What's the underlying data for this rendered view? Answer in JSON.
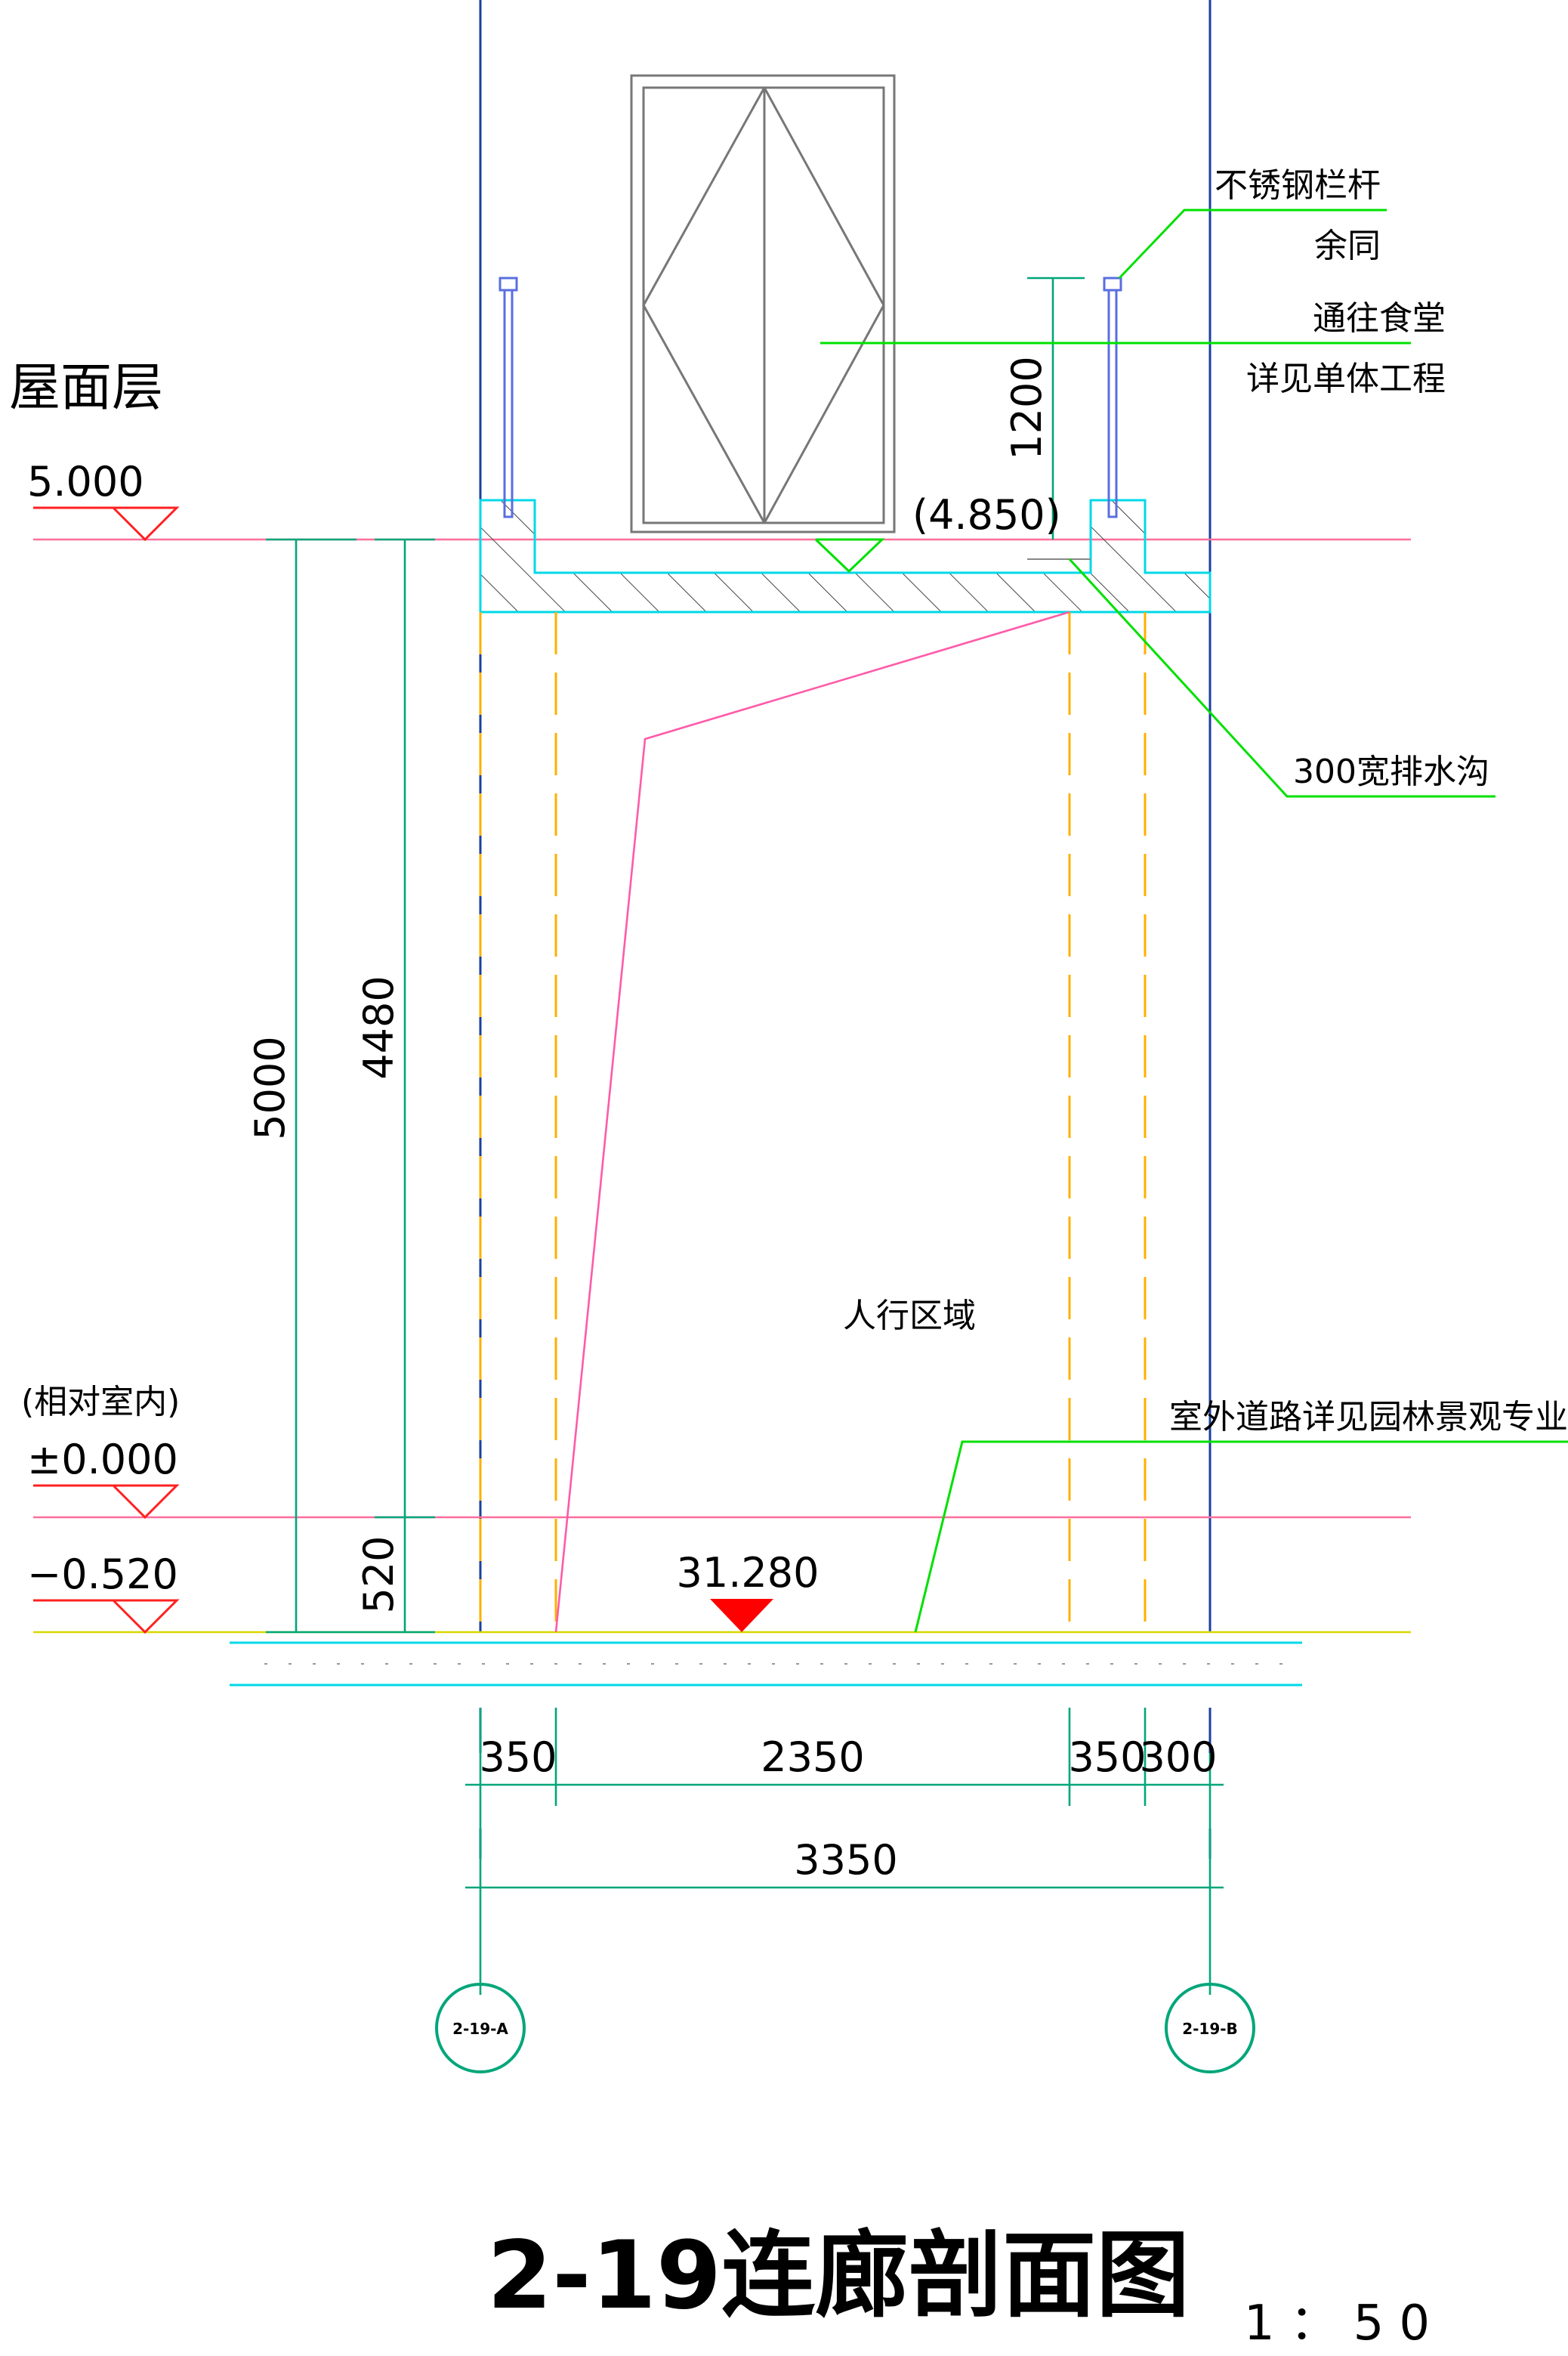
{
  "drawing": {
    "title": "2-19连廊剖面图",
    "scale": "1：50",
    "roof_label": "屋面层",
    "levels": {
      "roof": "5.000",
      "relative_note": "(相对室内)",
      "floor": "±0.000",
      "ground": "−0.520",
      "gutter": "(4.850)",
      "site": "31.280"
    },
    "annotations": {
      "railing": "不锈钢栏杆",
      "railing_sub": "余同",
      "door": "通往食堂",
      "door_sub": "详见单体工程",
      "gutter": "300宽排水沟",
      "zone": "人行区域",
      "road": "室外道路详见园林景观专业"
    },
    "dims": {
      "d5000": "5000",
      "d4480": "4480",
      "d520": "520",
      "d1200": "1200",
      "d350a": "350",
      "d2350": "2350",
      "d350b": "350",
      "d300": "300",
      "d3350": "3350"
    },
    "axes": {
      "a": "2-19-A",
      "b": "2-19-B"
    },
    "colors": {
      "axis": "#1a3f9e",
      "dim": "#00a67a",
      "leader": "#00e000",
      "level": "#ff2020",
      "slab": "#00d8e8",
      "dash": "#ffb000",
      "pink": "#ff5aa8"
    }
  }
}
